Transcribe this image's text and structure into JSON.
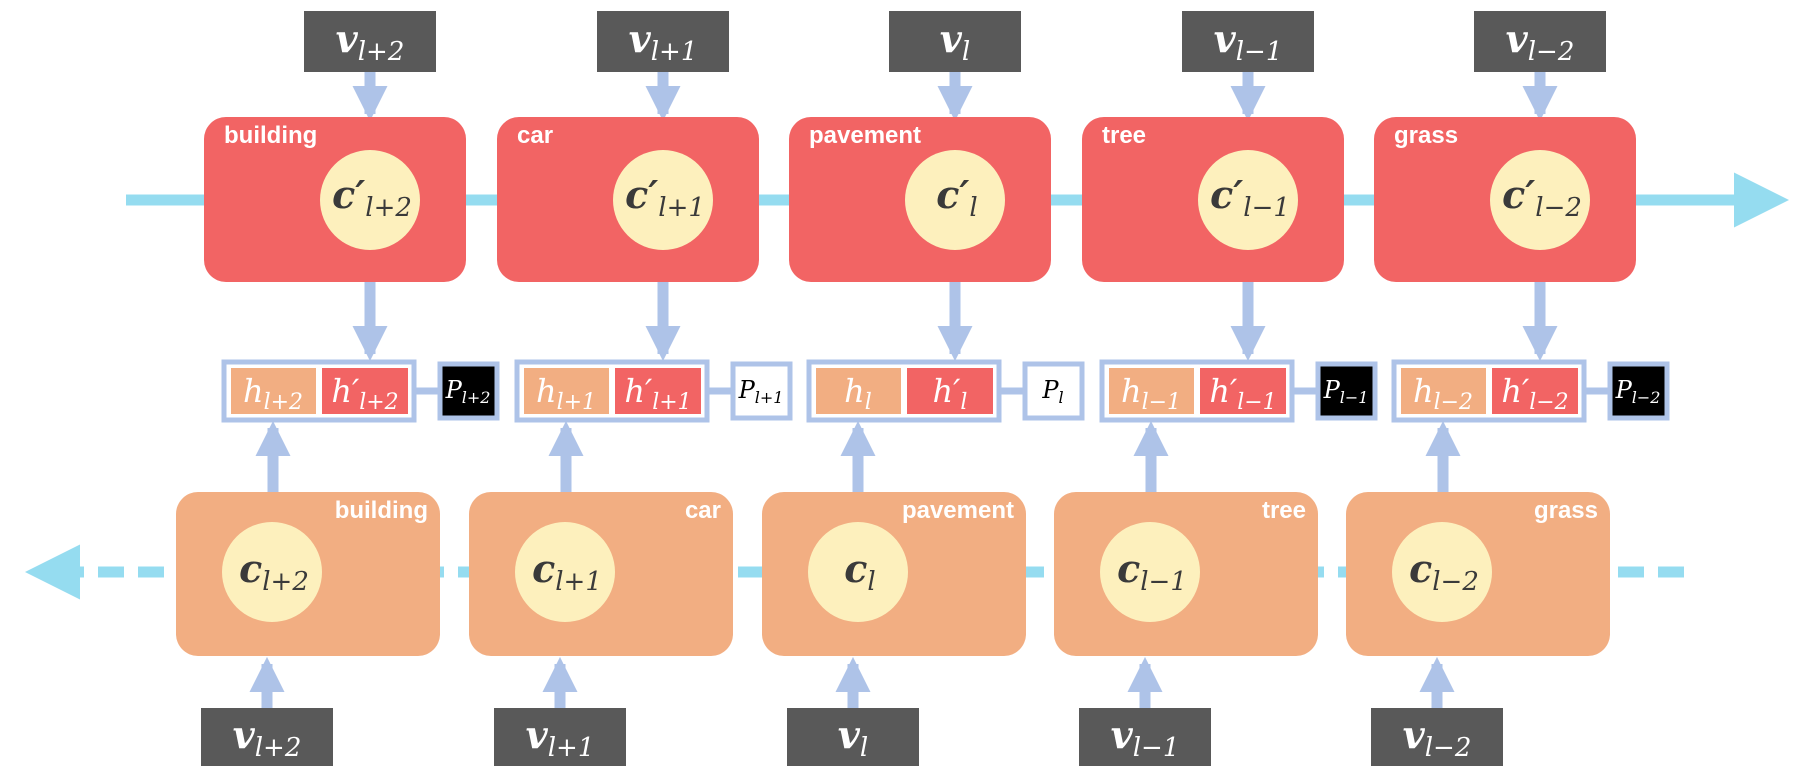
{
  "colors": {
    "top_box": "#f26464",
    "bottom_box": "#f2ae82",
    "circle": "#fdf0bd",
    "input_box": "#595959",
    "arrow_vertical": "#aec3e8",
    "arrow_horizontal": "#95dcf0",
    "state_frame": "#aec3e8",
    "p_black": "#000000",
    "p_white": "#ffffff"
  },
  "columns": [
    {
      "label": "building",
      "v_base": "v",
      "v_sub": "l+2",
      "cprime_base": "c′",
      "cprime_sub": "l+2",
      "c_base": "c",
      "c_sub": "l+2",
      "h_base": "h",
      "h_sub": "l+2",
      "hprime_base": "h′",
      "hprime_sub": "l+2",
      "p_base": "P",
      "p_sub": "l+2",
      "p_fill": "black"
    },
    {
      "label": "car",
      "v_base": "v",
      "v_sub": "l+1",
      "cprime_base": "c′",
      "cprime_sub": "l+1",
      "c_base": "c",
      "c_sub": "l+1",
      "h_base": "h",
      "h_sub": "l+1",
      "hprime_base": "h′",
      "hprime_sub": "l+1",
      "p_base": "P",
      "p_sub": "l+1",
      "p_fill": "white"
    },
    {
      "label": "pavement",
      "v_base": "v",
      "v_sub": "l",
      "cprime_base": "c′",
      "cprime_sub": "l",
      "c_base": "c",
      "c_sub": "l",
      "h_base": "h",
      "h_sub": "l",
      "hprime_base": "h′",
      "hprime_sub": "l",
      "p_base": "P",
      "p_sub": "l",
      "p_fill": "white"
    },
    {
      "label": "tree",
      "v_base": "v",
      "v_sub": "l−1",
      "cprime_base": "c′",
      "cprime_sub": "l−1",
      "c_base": "c",
      "c_sub": "l−1",
      "h_base": "h",
      "h_sub": "l−1",
      "hprime_base": "h′",
      "hprime_sub": "l−1",
      "p_base": "P",
      "p_sub": "l−1",
      "p_fill": "black"
    },
    {
      "label": "grass",
      "v_base": "v",
      "v_sub": "l−2",
      "cprime_base": "c′",
      "cprime_sub": "l−2",
      "c_base": "c",
      "c_sub": "l−2",
      "h_base": "h",
      "h_sub": "l−2",
      "hprime_base": "h′",
      "hprime_sub": "l−2",
      "p_base": "P",
      "p_sub": "l−2",
      "p_fill": "black"
    }
  ]
}
